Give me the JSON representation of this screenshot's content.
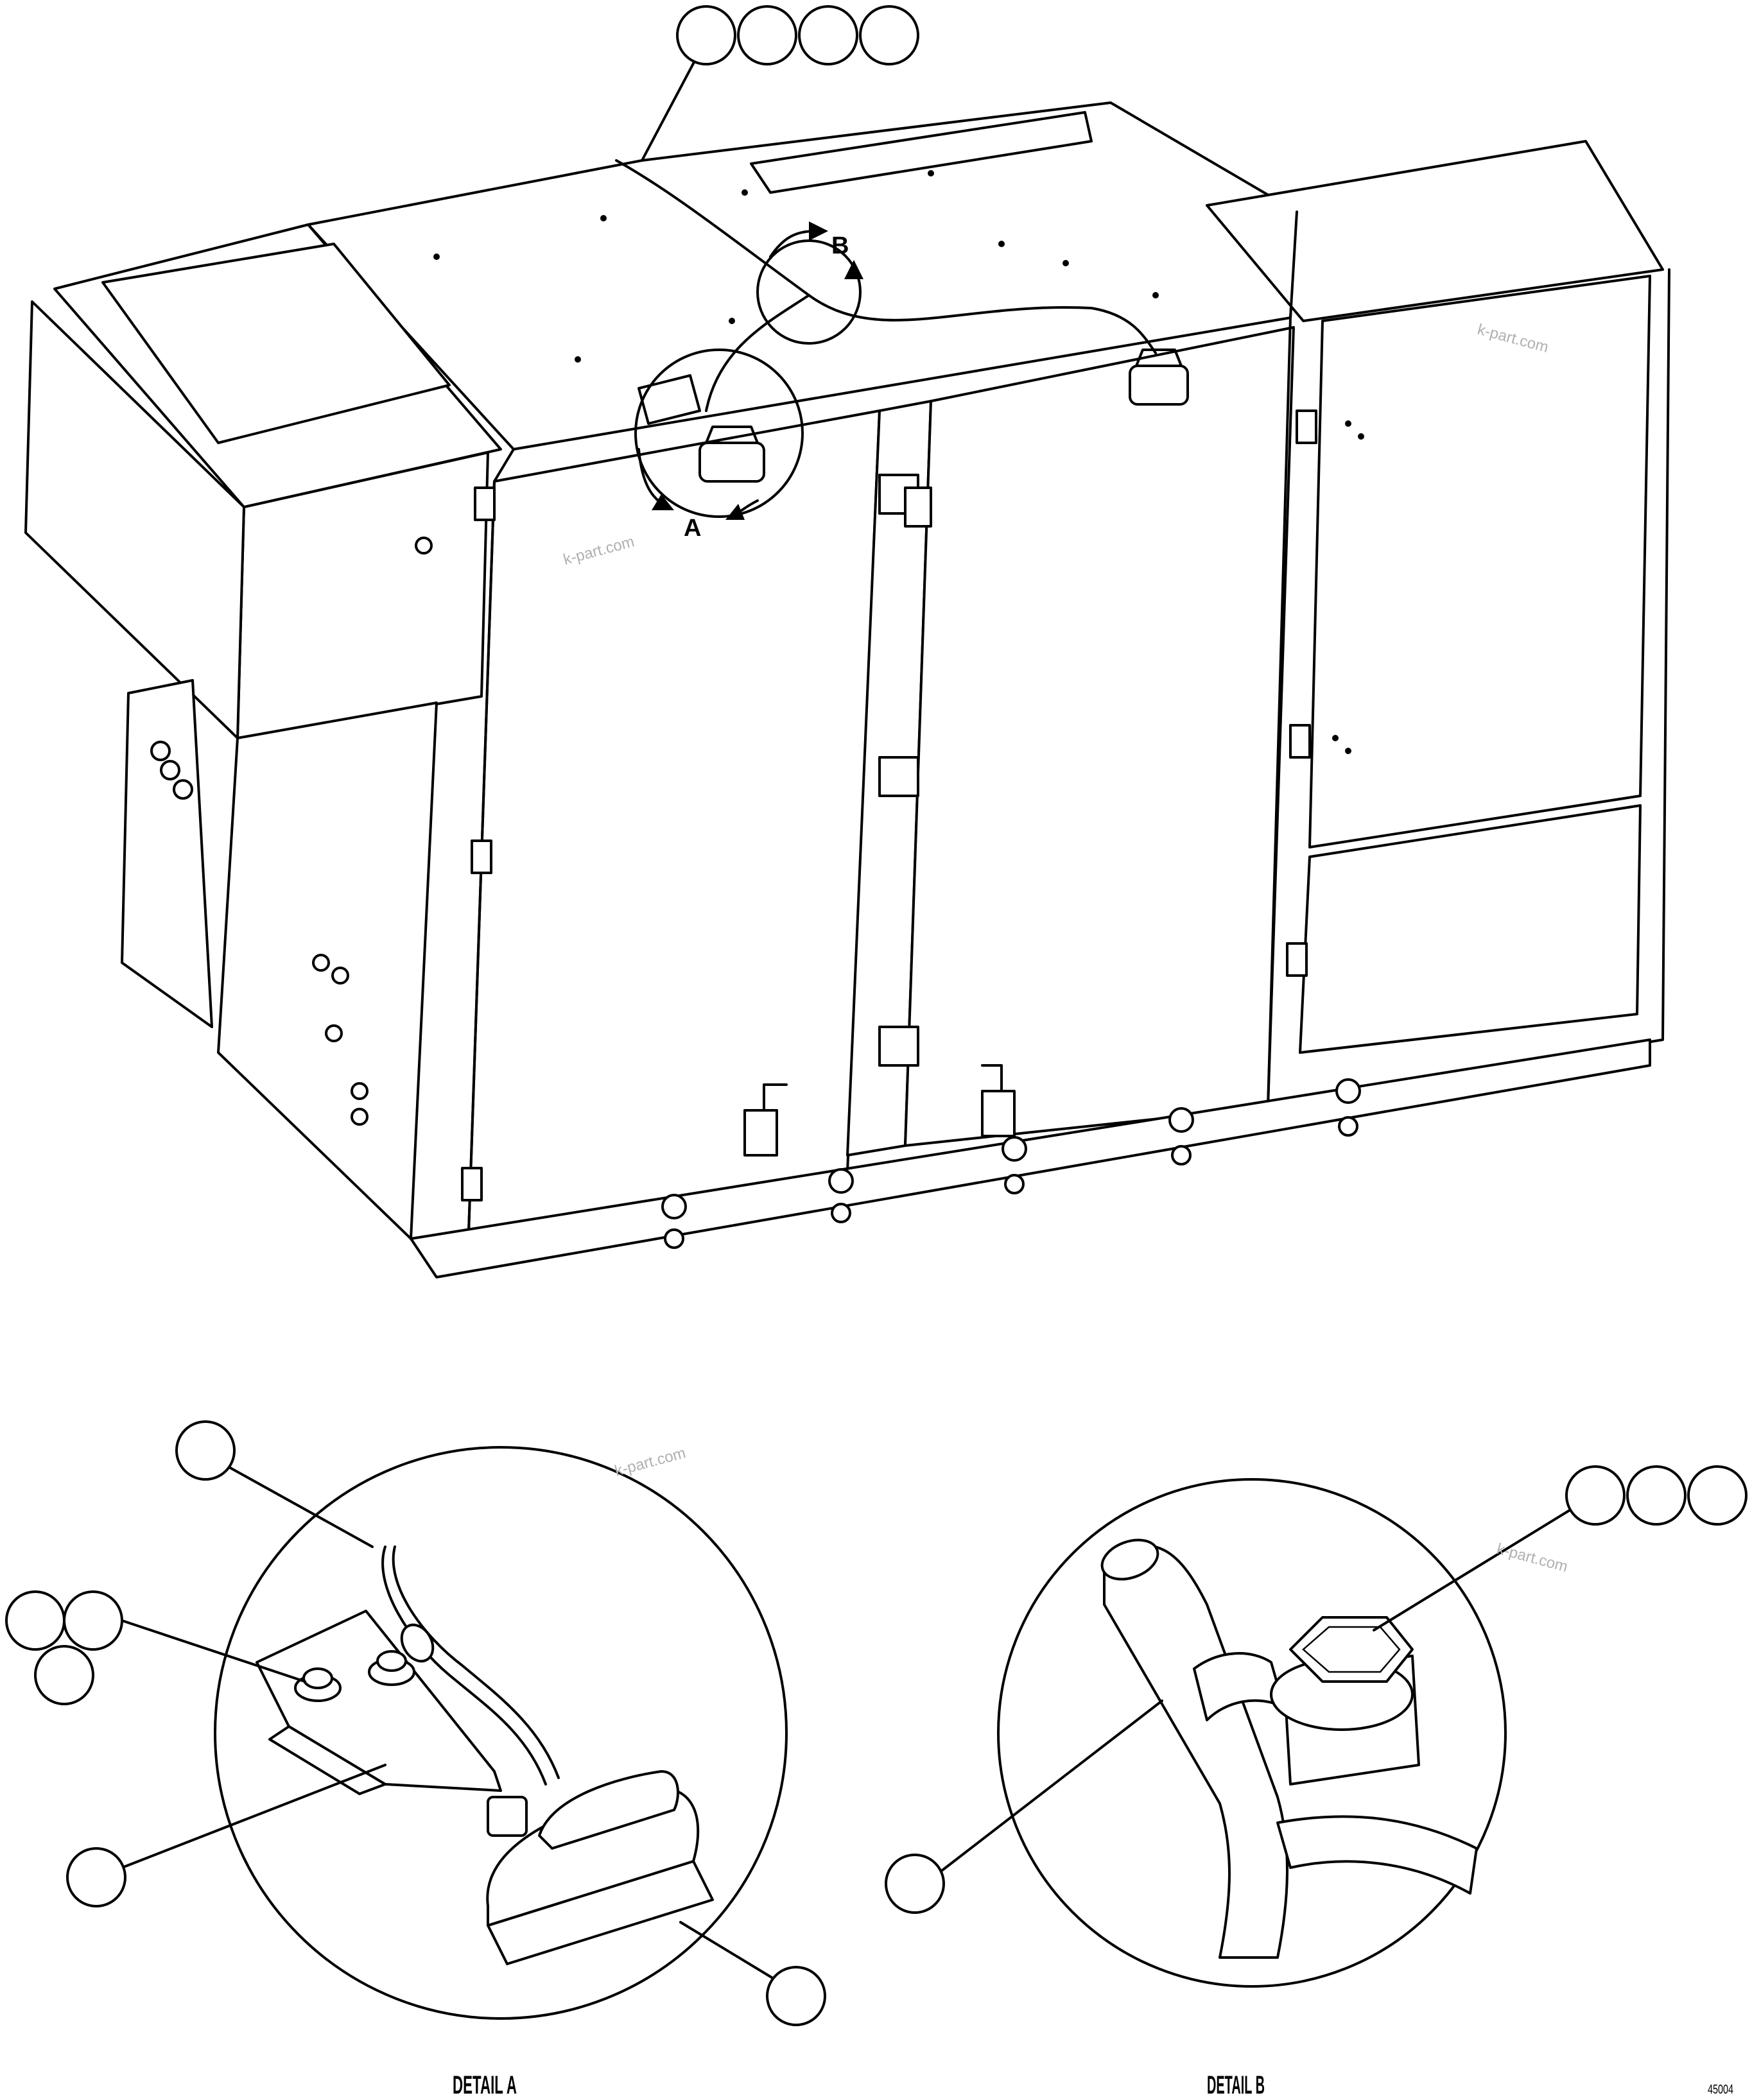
{
  "watermark": "k-part.com",
  "detail_labels": {
    "a": "A",
    "b": "B"
  },
  "captions": {
    "detail_a": "DETAIL A",
    "detail_b": "DETAIL B"
  },
  "drawing_number": "45004",
  "colors": {
    "line": "#000000",
    "background": "#ffffff",
    "watermark": "#b0b0b0"
  }
}
